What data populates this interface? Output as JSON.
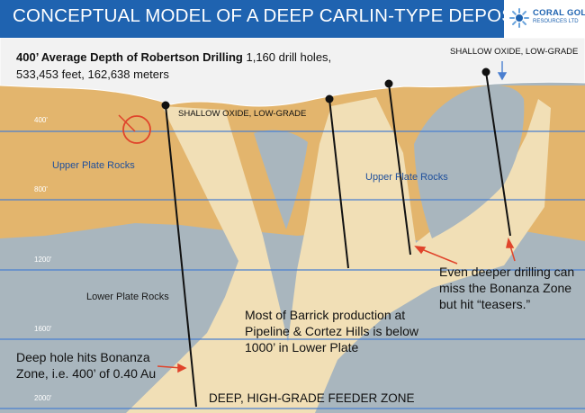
{
  "header": {
    "title": "CONCEPTUAL MODEL OF A DEEP CARLIN-TYPE DEPOSIT"
  },
  "logo": {
    "name": "CORAL GOLD",
    "subtitle": "RESOURCES LTD",
    "icon": "star-sun-icon"
  },
  "info": {
    "bold": "400’ Average Depth of Robertson Drilling",
    "rest": " 1,160 drill holes, 533,453 feet, 162,638 meters"
  },
  "depth_labels": [
    "400'",
    "800'",
    "1200'",
    "1600'",
    "2000'"
  ],
  "zones": {
    "shallow_right": "SHALLOW OXIDE, LOW-GRADE",
    "shallow_center": "SHALLOW OXIDE, LOW-GRADE",
    "feeder": "DEEP, HIGH-GRADE FEEDER ZONE"
  },
  "rock_labels": {
    "upper_left": "Upper Plate Rocks",
    "upper_right": "Upper Plate Rocks",
    "lower": "Lower Plate Rocks"
  },
  "notes": {
    "deeper": "Even deeper drilling can miss the Bonanza Zone but hit “teasers.”",
    "barrick": "Most of Barrick production at Pipeline & Cortez Hills is below 1000’ in Lower Plate",
    "deep_hole": "Deep hole hits Bonanza Zone, i.e. 400’ of 0.40 Au"
  },
  "colors": {
    "header_blue": "#1f63b0",
    "upper_plate": "#e3b56d",
    "lower_plate": "#a9b6be",
    "ore_zone": "#f1dfb6",
    "depth_lines": "#4a7fd0",
    "marker": "#e0442b",
    "surface": "#f2f2f2"
  }
}
